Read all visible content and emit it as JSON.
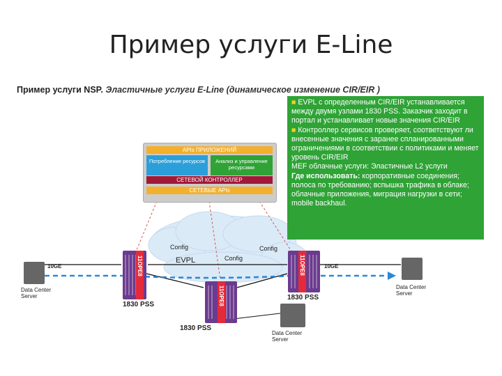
{
  "title": "Пример услуги E-Line",
  "subtitle_bold": "Пример услуги NSP.",
  "subtitle_italic": "Эластичные услуги E-Line  (динамическое изменение CIR/EIR )",
  "info": {
    "p1": "EVPL с  определенным CIR/EIR устанавливается  между  двумя узлами 1830 PSS. Заказчик заходит в портал и устанавливает новые значения CIR/EIR",
    "p2": "Контроллер сервисов проверяет, соответствуют ли внесенные значения  с заранее спланированными ограничениями в соответствии с политиками и меняет уровень CIR/EIR",
    "p3": "MEF облачные услуги: Эластичные L2 услуги",
    "p4_bold": "Где использовать:",
    "p4": " корпоративные соединения; полоса по требованию; вспышка трафика в облаке; облачные приложения, миграция нагрузки в сети; mobile backhaul."
  },
  "controller": {
    "apps": "APIs ПРИЛОЖЕНИЙ",
    "box1": "Потребление ресурсов",
    "box2": "Анализ и управление ресурсами",
    "sdn": "СЕТЕВОЙ КОНТРОЛЛЕР",
    "apis": "СЕТЕВЫЕ  APIs"
  },
  "network": {
    "config1": "Config",
    "config2": "Config",
    "config3": "Config",
    "evpl": "EVPL",
    "link_left": "10GE",
    "link_right": "10GE",
    "pss_left": "1830 PSS",
    "pss_right": "1830 PSS",
    "pss_bottom": "1830 PSS",
    "card_left": "11OPE8",
    "card_right": "11OPE8",
    "card_bottom": "11OPE8",
    "server_left": "Data Center Server",
    "server_right": "Data Center Server",
    "server_bottom": "Data Center Server"
  },
  "colors": {
    "green_panel": "#2fa336",
    "blue_link": "#2b88d8",
    "sdn_red": "#a11938",
    "api_orange": "#f3b02c",
    "pss_purple": "#6b3b8f"
  }
}
